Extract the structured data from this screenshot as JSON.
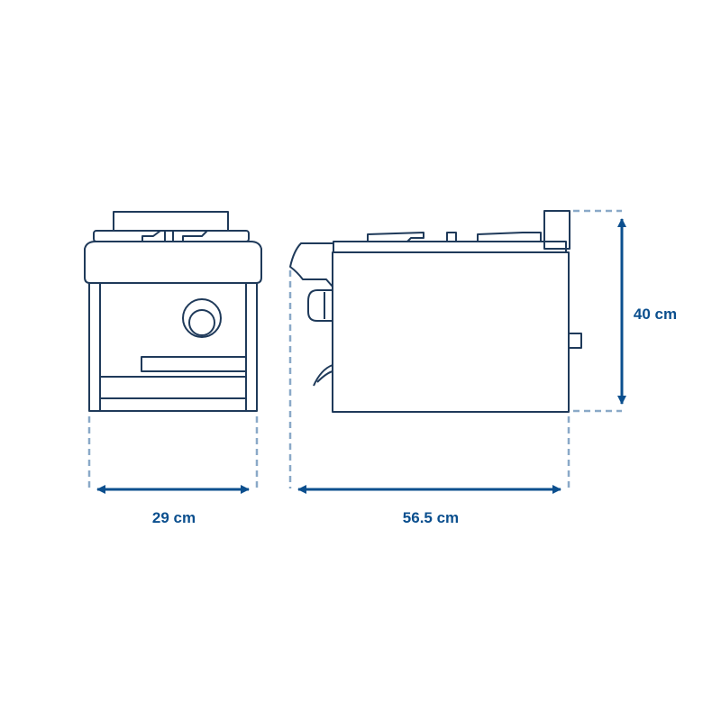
{
  "colors": {
    "line": "#1f3a5a",
    "dimension": "#0b4f8e",
    "guide": "#8aa9c8",
    "background": "#ffffff"
  },
  "dimensions": {
    "width_label": "29 cm",
    "depth_label": "56.5 cm",
    "height_label": "40 cm"
  }
}
